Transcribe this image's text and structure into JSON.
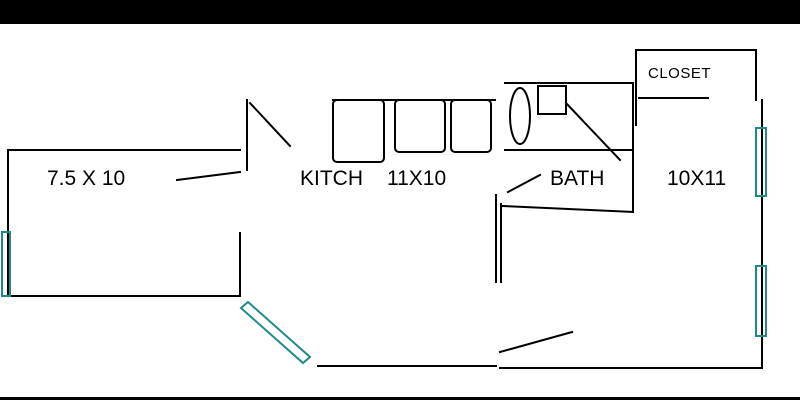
{
  "floor_plan": {
    "rooms": [
      {
        "id": "bedroom_left",
        "label": "7.5 X 10"
      },
      {
        "id": "kitchen_name",
        "label": "KITCH"
      },
      {
        "id": "kitchen_size",
        "label": "11X10"
      },
      {
        "id": "bath",
        "label": "BATH"
      },
      {
        "id": "bedroom_right",
        "label": "10X11"
      },
      {
        "id": "closet",
        "label": "CLOSET"
      }
    ],
    "colors": {
      "wall": "#000000",
      "window": "#1f8a8a",
      "frame_bar": "#000000",
      "background": "#ffffff"
    },
    "icons": [
      "window-icon",
      "toilet-icon",
      "sink-icon",
      "cabinet-icon"
    ]
  }
}
